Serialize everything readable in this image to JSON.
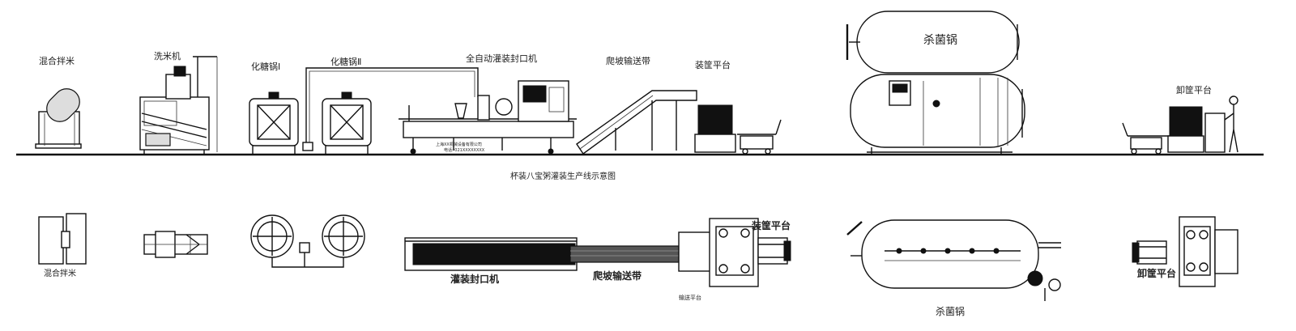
{
  "labels": {
    "elevation": {
      "mixer": "混合拌米",
      "washer": "洗米机",
      "kettle1": "化糖锅Ⅰ",
      "kettle2": "化糖锅Ⅱ",
      "filler": "全自动灌装封口机",
      "conveyor": "爬坡输送带",
      "loading_table": "装筐平台",
      "sterilizer": "杀菌锅",
      "unloading_table": "卸筐平台",
      "filler_plate_line1": "上海XX机械设备有限公司",
      "filler_plate_line2": "电话: 021XXXXXXXX"
    },
    "caption": "杯装八宝粥灌装生产线示意图",
    "plan": {
      "mixer": "混合拌米",
      "filler": "灌装封口机",
      "conveyor": "爬坡输送带",
      "loading_table": "装筐平台",
      "feed_table": "输送平台",
      "sterilizer": "杀菌锅",
      "unloading_table": "卸筐平台"
    }
  }
}
